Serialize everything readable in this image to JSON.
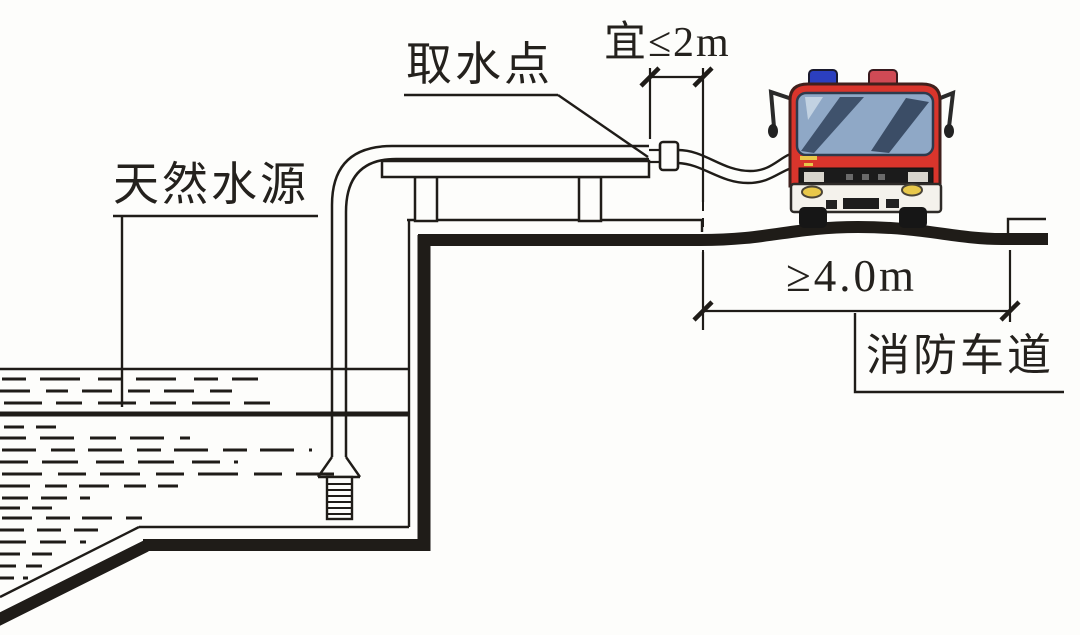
{
  "diagram": {
    "labels": {
      "natural_water_source": "天然水源",
      "intake_point": "取水点",
      "intake_to_lane_distance": "宜≤2m",
      "fire_lane_min_width": "≥4.0m",
      "fire_lane": "消防车道"
    },
    "elements": {
      "truck": "fire-truck",
      "pipe": "suction-pipe-with-strainer",
      "platform": "intake-platform-on-two-legs",
      "hose": "suction-hose-to-truck",
      "water": "open-water-basin-with-sloped-bank"
    }
  },
  "colors": {
    "line": "#1f1c18",
    "truck_red": "#d9352c",
    "windshield_blue": "#8fa8c6",
    "roof_light_blue": "#2b3fbf",
    "roof_light_red": "#d04a55",
    "headlight_yellow": "#e8c84a",
    "bumper_white": "#f4f2ec",
    "paper": "#fdfdfb"
  }
}
